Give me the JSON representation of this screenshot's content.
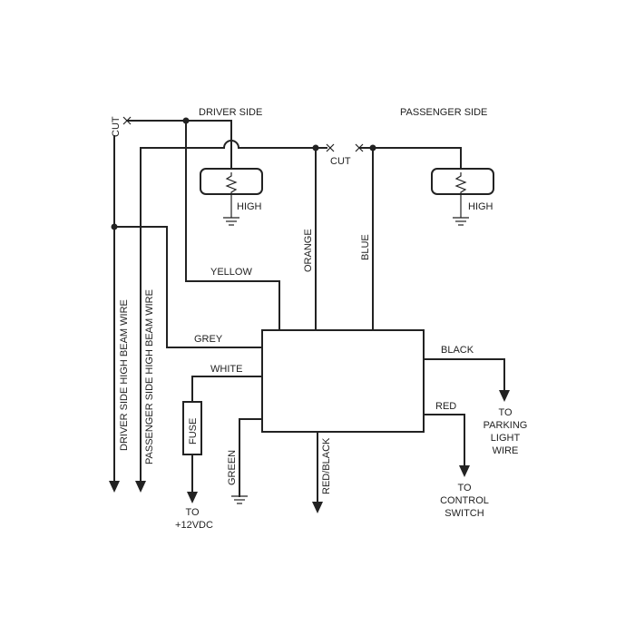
{
  "labels": {
    "driver_side": "DRIVER SIDE",
    "passenger_side": "PASSENGER SIDE",
    "cut": "CUT",
    "high": "HIGH",
    "yellow": "YELLOW",
    "grey": "GREY",
    "white": "WHITE",
    "orange": "ORANGE",
    "blue": "BLUE",
    "black": "BLACK",
    "red": "RED",
    "green": "GREEN",
    "red_black": "RED/BLACK",
    "fuse": "FUSE",
    "driver_high_beam_wire": "DRIVER SIDE HIGH BEAM WIRE",
    "passenger_high_beam_wire": "PASSENGER SIDE HIGH BEAM WIRE",
    "to": "TO",
    "to_12vdc": "+12VDC",
    "parking": "PARKING",
    "light": "LIGHT",
    "wire": "WIRE",
    "control": "CONTROL",
    "switch": "SWITCH"
  },
  "colors": {
    "line": "#222222",
    "background": "#ffffff"
  }
}
